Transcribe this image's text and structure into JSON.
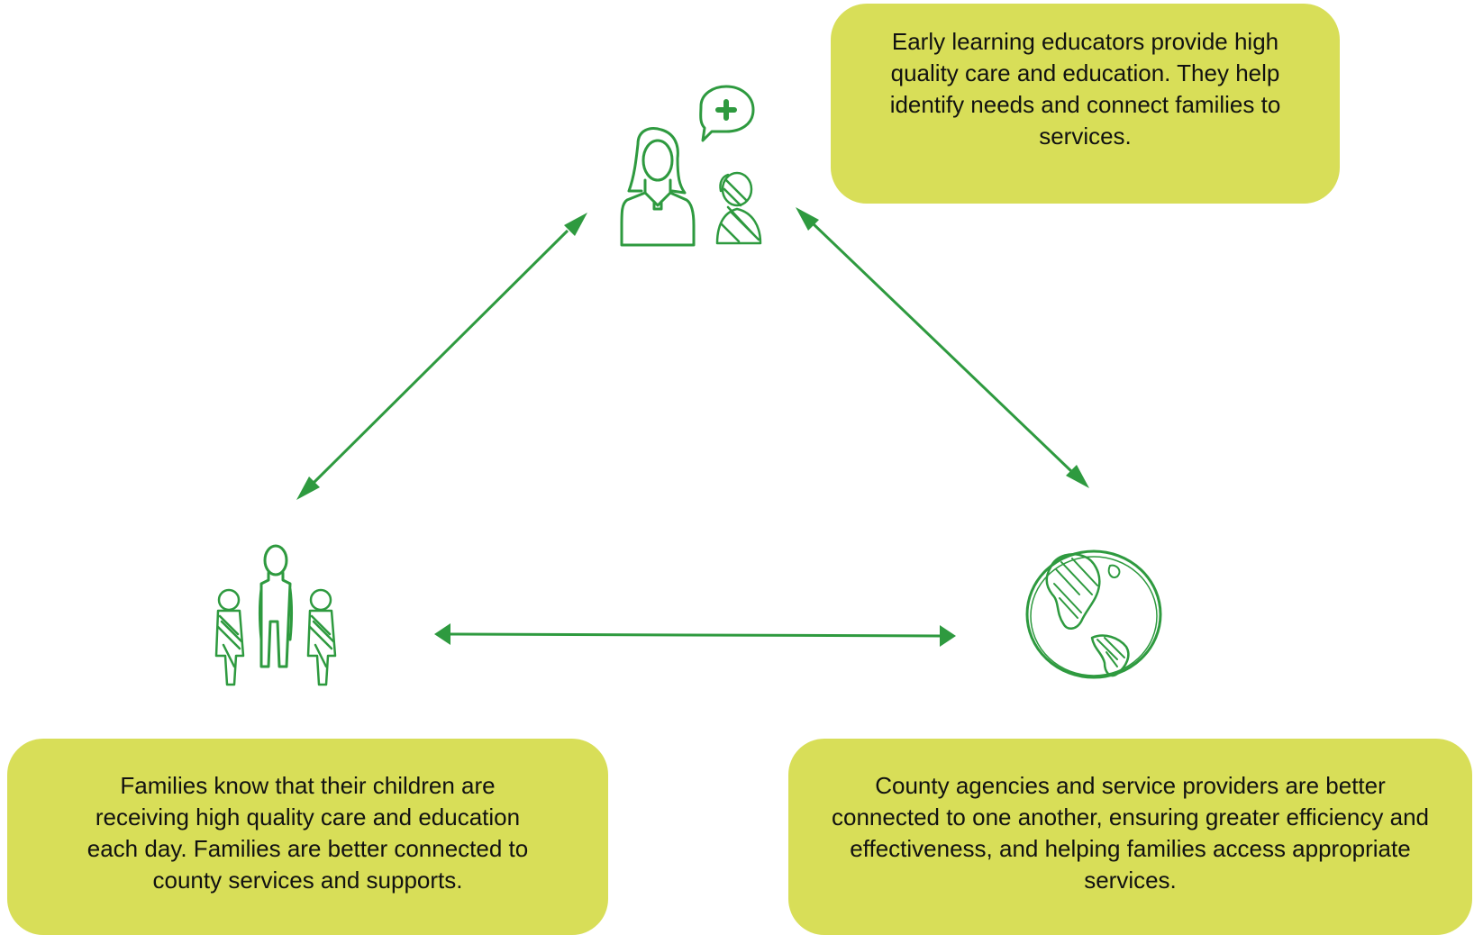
{
  "colors": {
    "accent_green": "#2e9a3f",
    "box_fill": "#d8de58",
    "text": "#111111"
  },
  "nodes": {
    "educators": {
      "icon": "educator-and-health-provider-icon",
      "text": "Early learning educators provide high quality care and education. They help identify needs and connect families to services."
    },
    "families": {
      "icon": "family-icon",
      "text": "Families know that their children are receiving high quality care and education each day. Families are better connected to county services and supports."
    },
    "county": {
      "icon": "globe-icon",
      "text": "County agencies and service providers are better connected to one another, ensuring greater efficiency and effectiveness, and helping families access appropriate services."
    }
  },
  "connections": [
    {
      "from": "educators",
      "to": "families",
      "bidirectional": true
    },
    {
      "from": "educators",
      "to": "county",
      "bidirectional": true
    },
    {
      "from": "families",
      "to": "county",
      "bidirectional": true
    }
  ]
}
